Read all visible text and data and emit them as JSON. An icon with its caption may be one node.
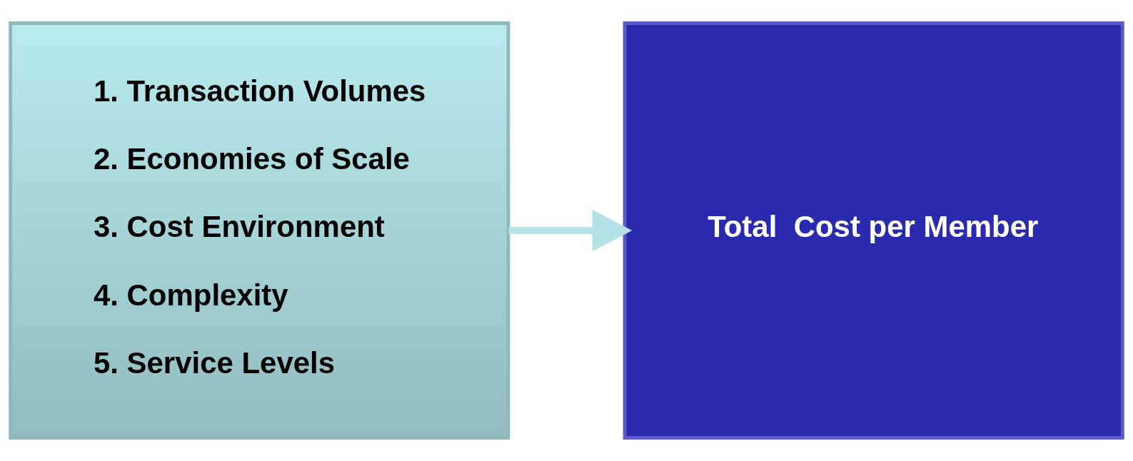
{
  "diagram": {
    "nodes": [
      {
        "text": [
          "1. Transaction Volumes",
          "2. Economies of Scale",
          "3. Cost Environment",
          "4. Complexity",
          "5. Service Levels"
        ]
      },
      {
        "text": [
          "Total  Cost per Member"
        ]
      }
    ],
    "edges": [
      {
        "from": 0,
        "to": 1,
        "arrow": "to",
        "color": "#b3e3e8"
      }
    ]
  }
}
